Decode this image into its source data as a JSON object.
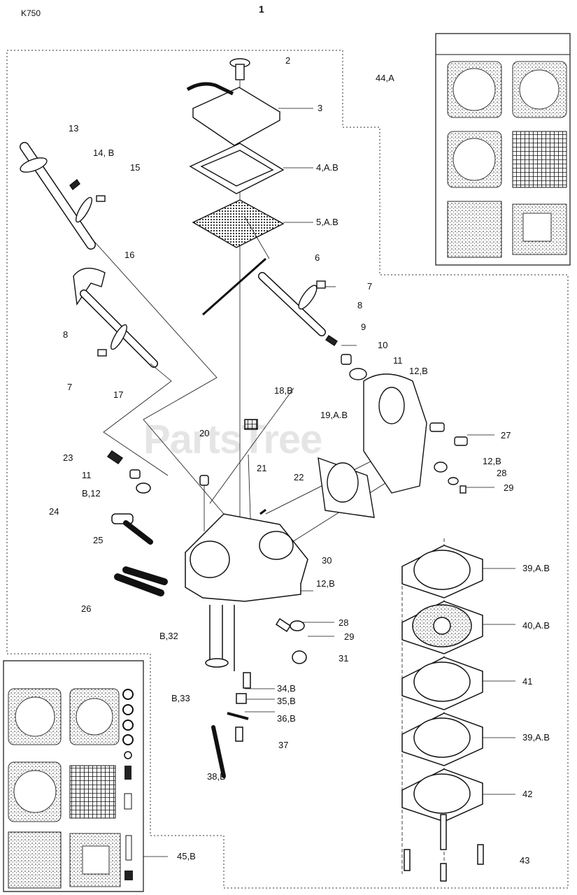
{
  "model": "K750",
  "page_number": "1",
  "watermark": "PartsTree",
  "callouts": {
    "c2": "2",
    "c3": "3",
    "c44": "44,A",
    "c4": "4,A.B",
    "c5": "5,A.B",
    "c6": "6",
    "c7a": "7",
    "c8a": "8",
    "c9": "9",
    "c10": "10",
    "c11a": "11",
    "c12a": "12,B",
    "c13": "13",
    "c14": "14, B",
    "c15": "15",
    "c16": "16",
    "c8b": "8",
    "c7b": "7",
    "c17": "17",
    "c18": "18,B",
    "c19": "19,A.B",
    "c20": "20",
    "c27": "27",
    "c23": "23",
    "c11b": "11",
    "c12b": "B,12",
    "c24": "24",
    "c25": "25",
    "c21": "21",
    "c22": "22",
    "c12c": "12,B",
    "c28a": "28",
    "c29a": "29",
    "c30": "30",
    "c12d": "12,B",
    "c26": "26",
    "c28b": "28",
    "c29b": "29",
    "c31": "31",
    "c32": "B,32",
    "c39a": "39,A.B",
    "c40": "40,A.B",
    "c41": "41",
    "c39b": "39,A.B",
    "c42": "42",
    "c33": "B,33",
    "c34": "34,B",
    "c35": "35,B",
    "c36": "36,B",
    "c37": "37",
    "c38": "38,B",
    "c43": "43",
    "c45": "45,B"
  }
}
